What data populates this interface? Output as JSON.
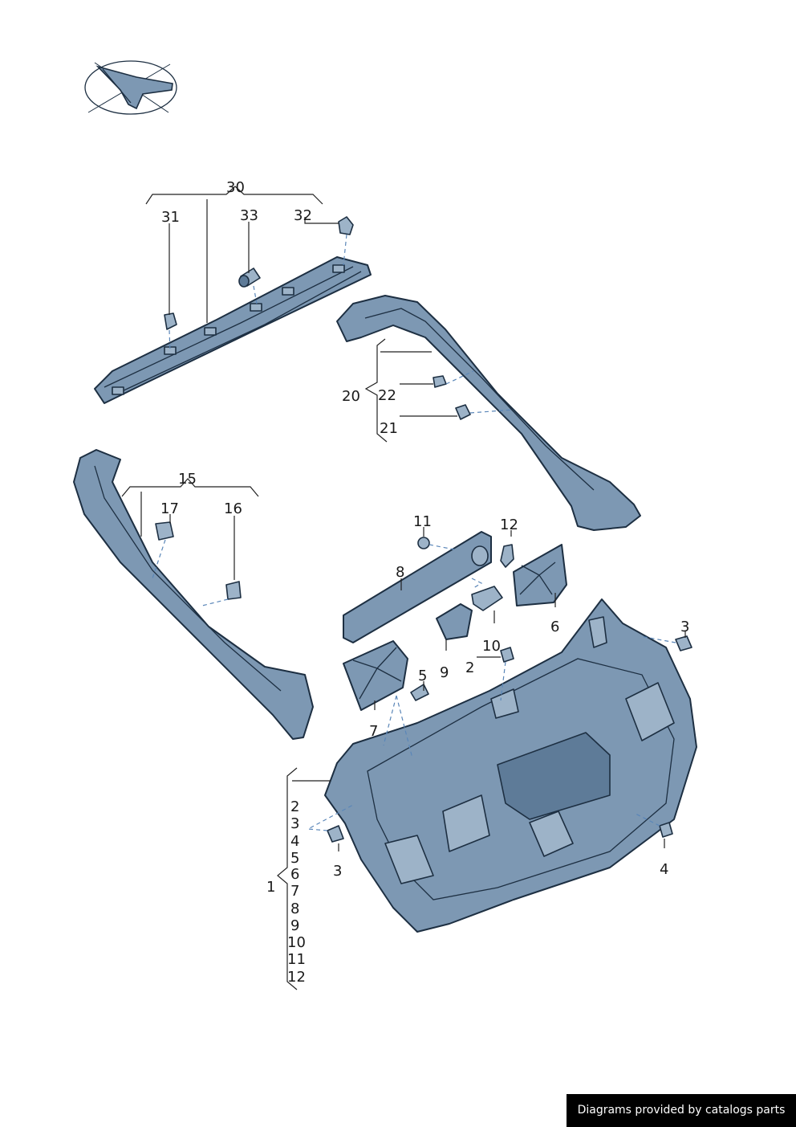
{
  "callouts": {
    "c1": "1",
    "c2": "2",
    "c3": "3",
    "c4": "4",
    "c5": "5",
    "c6": "6",
    "c7": "7",
    "c8": "8",
    "c9": "9",
    "c10": "10",
    "c11": "11",
    "c12": "12",
    "c15": "15",
    "c16": "16",
    "c17": "17",
    "c20": "20",
    "c21": "21",
    "c22": "22",
    "c30": "30",
    "c31": "31",
    "c32": "32",
    "c33": "33"
  },
  "group1_list": [
    "2",
    "3",
    "4",
    "5",
    "6",
    "7",
    "8",
    "9",
    "10",
    "11",
    "12"
  ],
  "footer": "Diagrams provided by catalogs parts",
  "colors": {
    "part_fill": "#7d98b3",
    "outline": "#1d2f42",
    "leader_dash": "#5a86b8"
  }
}
